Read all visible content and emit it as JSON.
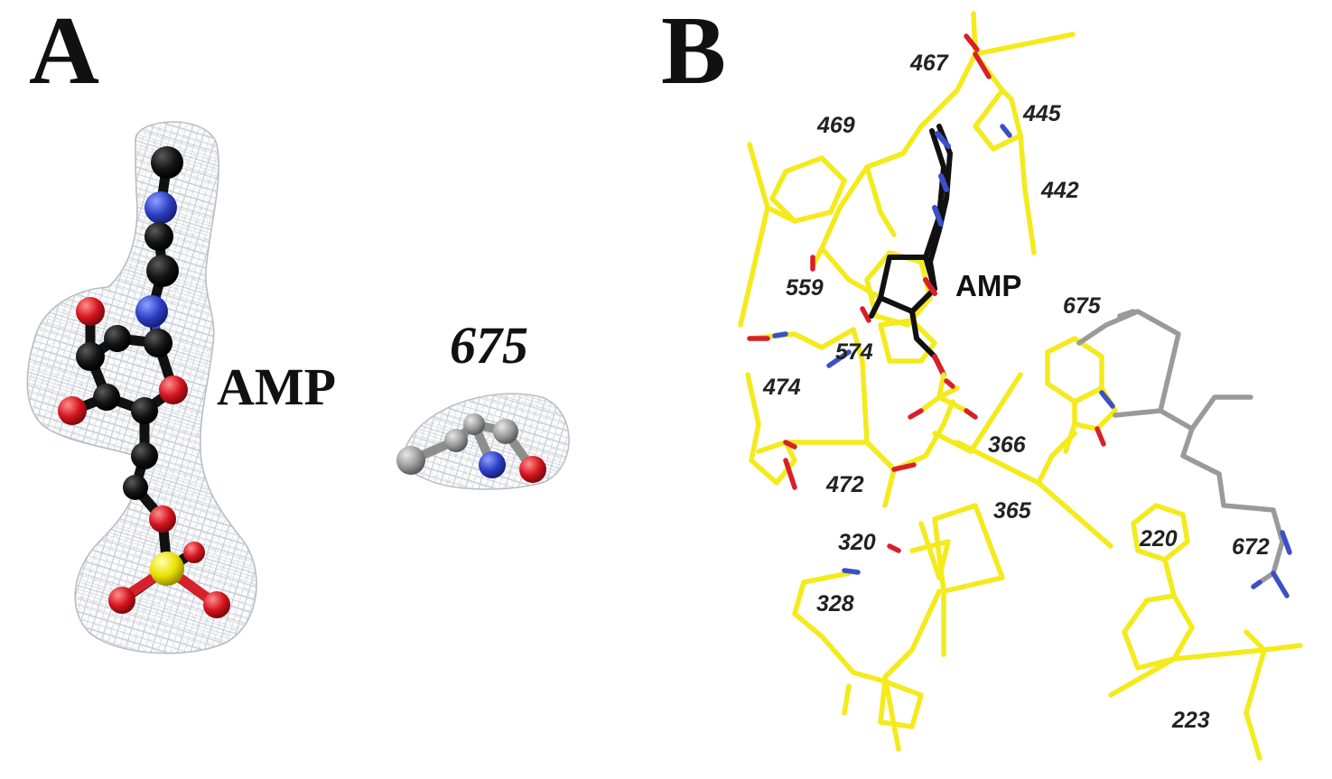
{
  "panels": {
    "a": {
      "letter": "A",
      "ligand_label": "AMP",
      "residue_label": "675"
    },
    "b": {
      "letter": "B",
      "ligand_label": "AMP",
      "residue_labels": {
        "r467": "467",
        "r445": "445",
        "r469": "469",
        "r442": "442",
        "r559": "559",
        "r675": "675",
        "r574": "574",
        "r474": "474",
        "r366": "366",
        "r472": "472",
        "r365": "365",
        "r320": "320",
        "r220": "220",
        "r672": "672",
        "r328": "328",
        "r223": "223"
      }
    }
  },
  "colors": {
    "carbon_ligand": "#111111",
    "nitrogen": "#3a4fc8",
    "oxygen": "#d8202a",
    "sulfur": "#f2e400",
    "protein_carbon": "#f4ea1c",
    "residue_grey": "#9a9a9a",
    "density_mesh": "#b9c0c8"
  }
}
